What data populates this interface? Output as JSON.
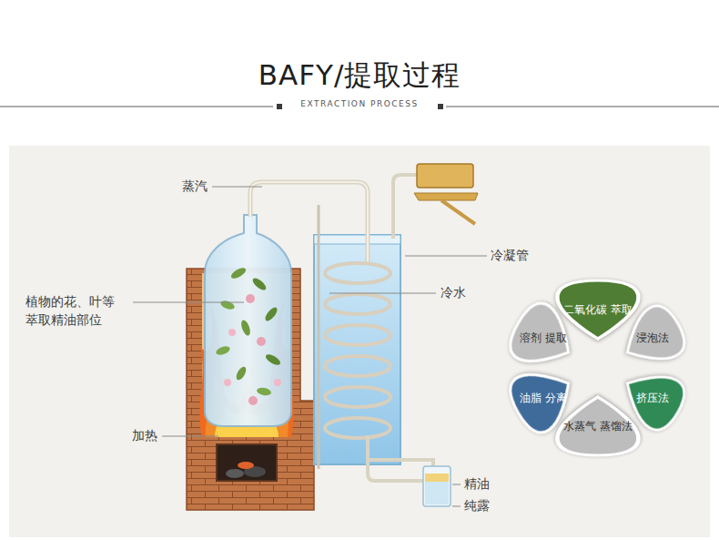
{
  "diagram": {
    "title": "BAFY/提取过程",
    "nodes": [
      {
        "text": [
          "二氧化碳 萃取"
        ]
      },
      {
        "text": [
          "溶剂 提取"
        ]
      },
      {
        "text": [
          "浸泡法"
        ]
      },
      {
        "text": [
          "油脂 分离"
        ]
      },
      {
        "text": [
          "挤压法"
        ]
      },
      {
        "text": [
          "水蒸气 蒸馏法"
        ]
      }
    ],
    "labels": [
      "EXTRACTION PROCESS",
      "蒸汽",
      "植物的花、叶等 萃取精油部位",
      "加热",
      "冷凝管",
      "冷水",
      "精油",
      "纯露"
    ]
  }
}
